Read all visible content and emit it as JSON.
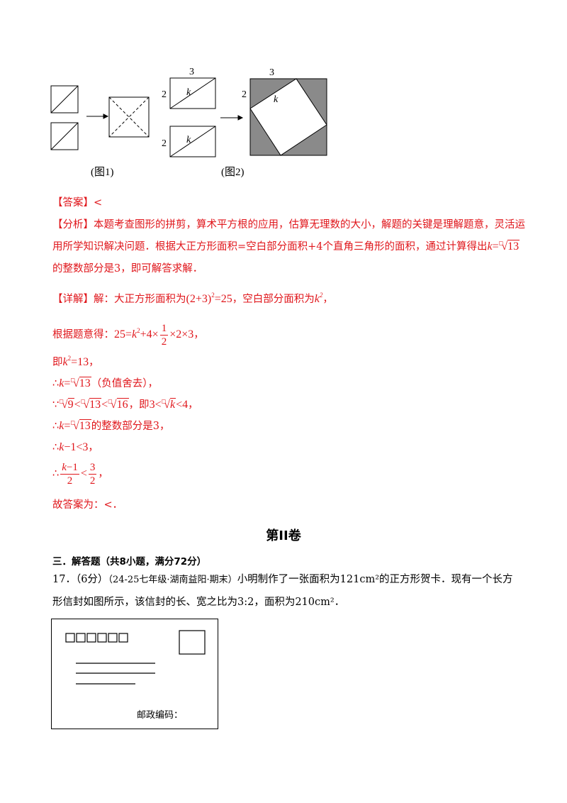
{
  "figure": {
    "fig1_caption": "(图1)",
    "fig2_caption": "(图2)",
    "label_3": "3",
    "label_2": "2",
    "label_k": "k"
  },
  "answer": {
    "label": "【答案】",
    "value": "<"
  },
  "analysis": {
    "label": "【分析】",
    "line1": "本题考查图形的拼剪，算术平方根的应用，估算无理数的大小，解题的关键是理解题意，灵活运",
    "line2": "用所学知识解决问题．根据大正方形面积=空白部分面积+4个直角三角形的面积，通过计算得出",
    "line2_math": "k = √13",
    "line3": "的整数部分是3，即可解答求解．"
  },
  "detail": {
    "label": "【详解】",
    "intro": "解：大正方形面积为",
    "expr1": "(2+3)² = 25",
    "text1": "，空白部分面积为",
    "expr1b": "k²",
    "comma": "，",
    "l2_text": "根据题意得：",
    "l2_expr": "25 = k² + 4 × ½ × 2 × 3",
    "l3_text": "即",
    "l3_expr": "k² = 13",
    "l4_sym": "∴",
    "l4_expr": "k = √13",
    "l4_note": "（负值舍去），",
    "l5_sym": "∵",
    "l5_expr": "√9 < √13 < √16",
    "l5_text": "，即",
    "l5_expr2": "3 < √k < 4",
    "l6_sym": "∴",
    "l6_expr": "k = √13",
    "l6_text": "的整数部分是3，",
    "l7_sym": "∴",
    "l7_expr": "k − 1 < 3",
    "l8_sym": "∴",
    "l8_num": "k − 1",
    "l8_den": "2",
    "l8_rhs_num": "3",
    "l8_rhs_den": "2",
    "l9": "故答案为：<．"
  },
  "section": {
    "title": "第II卷",
    "part_heading": "三．解答题（共8小题，满分72分）"
  },
  "question17": {
    "number": "17．",
    "score": "（6分）",
    "source": "（24-25七年级·湖南益阳·期末）",
    "line1": "小明制作了一张面积为121cm²的正方形贺卡．现有一个长方",
    "line2": "形信封如图所示，该信封的长、宽之比为3:2，面积为210cm²．"
  },
  "envelope": {
    "postal_label": "邮政编码："
  }
}
